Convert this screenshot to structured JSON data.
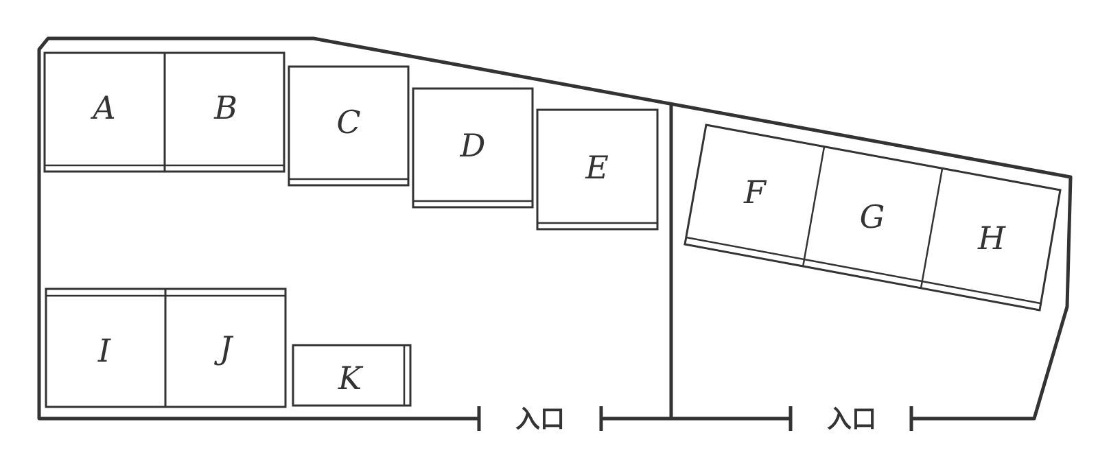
{
  "units": [
    {
      "id": "A",
      "label": "A"
    },
    {
      "id": "B",
      "label": "B"
    },
    {
      "id": "C",
      "label": "C"
    },
    {
      "id": "D",
      "label": "D"
    },
    {
      "id": "E",
      "label": "E"
    },
    {
      "id": "F",
      "label": "F"
    },
    {
      "id": "G",
      "label": "G"
    },
    {
      "id": "H",
      "label": "H"
    },
    {
      "id": "I",
      "label": "I"
    },
    {
      "id": "J",
      "label": "J"
    },
    {
      "id": "K",
      "label": "K"
    }
  ],
  "entrances": [
    {
      "label": "入口"
    },
    {
      "label": "入口"
    }
  ]
}
